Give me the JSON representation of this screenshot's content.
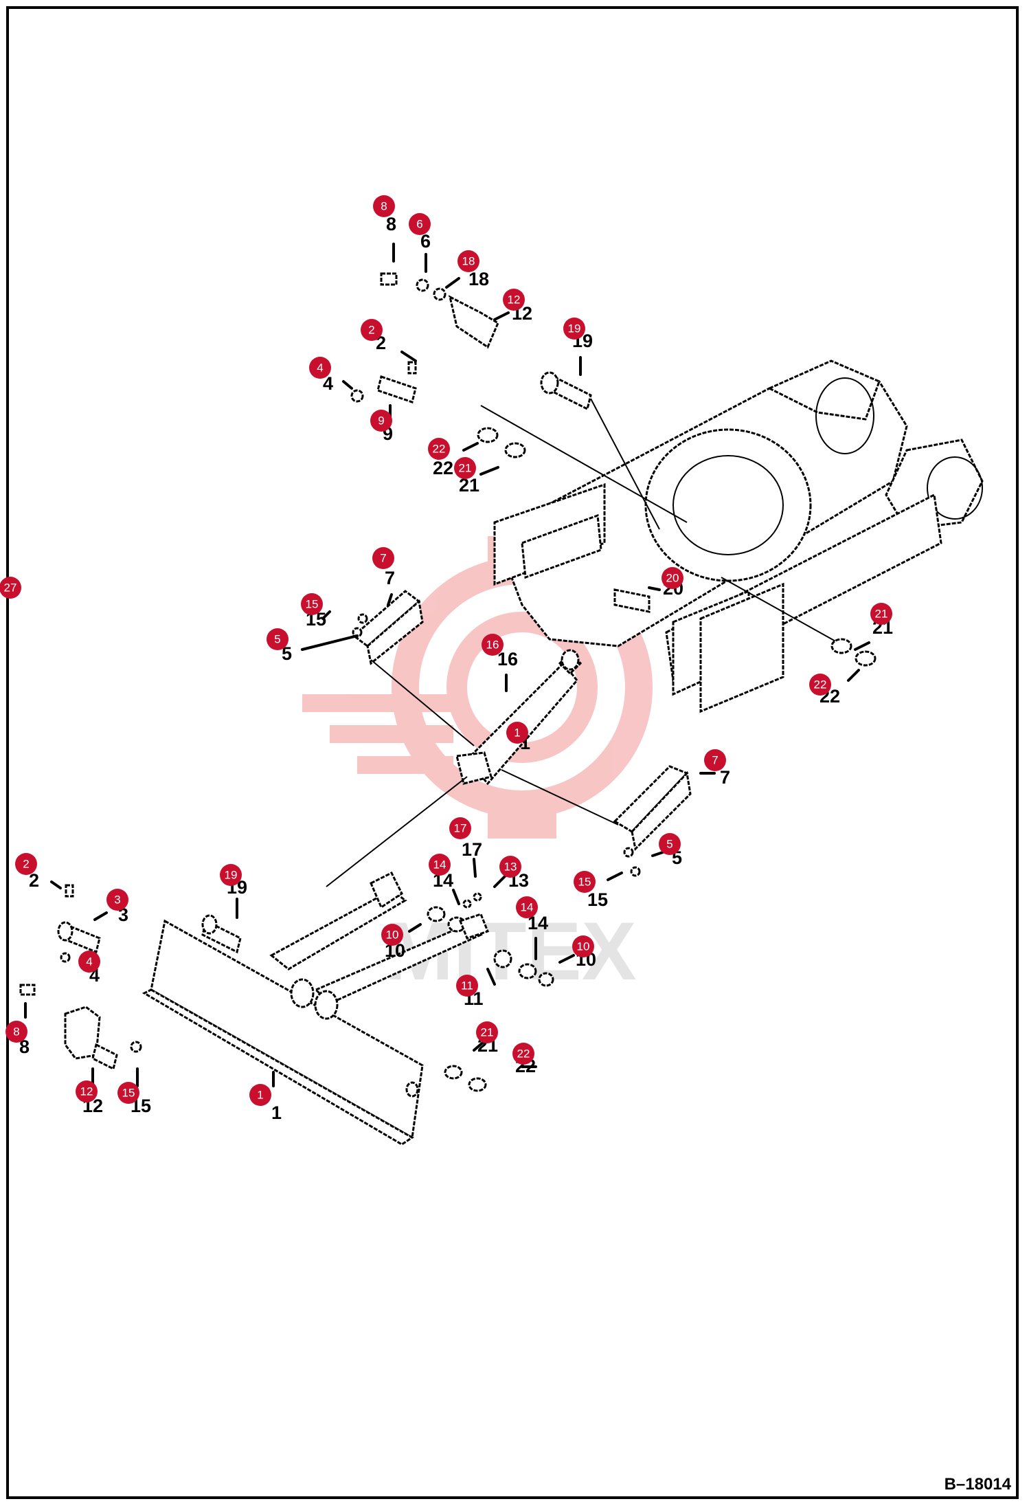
{
  "reference_code": "B–18014",
  "watermark": "MITEX",
  "colors": {
    "badge": "#c8102e",
    "line": "#000000",
    "watermark_red": "#f3b3b3"
  },
  "callouts": [
    {
      "num": "8",
      "label": "8"
    },
    {
      "num": "6",
      "label": "6"
    },
    {
      "num": "18",
      "label": "18"
    },
    {
      "num": "12",
      "label": "12"
    },
    {
      "num": "19",
      "label": "19"
    },
    {
      "num": "2",
      "label": "2"
    },
    {
      "num": "4",
      "label": "4"
    },
    {
      "num": "9",
      "label": "9"
    },
    {
      "num": "22",
      "label": "22"
    },
    {
      "num": "21",
      "label": "21"
    },
    {
      "num": "7",
      "label": "7"
    },
    {
      "num": "15",
      "label": "15"
    },
    {
      "num": "5",
      "label": "5"
    },
    {
      "num": "20",
      "label": "20"
    },
    {
      "num": "21",
      "label": "21"
    },
    {
      "num": "22",
      "label": "22"
    },
    {
      "num": "16",
      "label": "16"
    },
    {
      "num": "1",
      "label": "1"
    },
    {
      "num": "7",
      "label": "7"
    },
    {
      "num": "5",
      "label": "5"
    },
    {
      "num": "15",
      "label": "15"
    },
    {
      "num": "17",
      "label": "17"
    },
    {
      "num": "14",
      "label": "14"
    },
    {
      "num": "13",
      "label": "13"
    },
    {
      "num": "14",
      "label": "14"
    },
    {
      "num": "10",
      "label": "10"
    },
    {
      "num": "11",
      "label": "11"
    },
    {
      "num": "10",
      "label": "10"
    },
    {
      "num": "2",
      "label": "2"
    },
    {
      "num": "3",
      "label": "3"
    },
    {
      "num": "19",
      "label": "19"
    },
    {
      "num": "4",
      "label": "4"
    },
    {
      "num": "8",
      "label": "8"
    },
    {
      "num": "12",
      "label": "12"
    },
    {
      "num": "15",
      "label": "15"
    },
    {
      "num": "1",
      "label": "1"
    },
    {
      "num": "21",
      "label": "21"
    },
    {
      "num": "22",
      "label": "22"
    }
  ],
  "side_marker": {
    "num": "27"
  }
}
